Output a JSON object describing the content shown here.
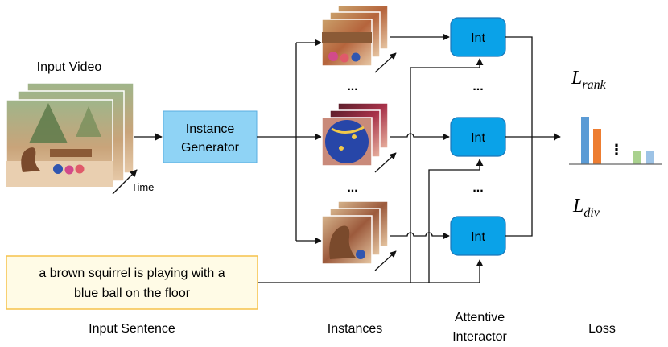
{
  "input_video": {
    "label": "Input Video",
    "time_label": "Time"
  },
  "instance_generator": {
    "line1": "Instance",
    "line2": "Generator"
  },
  "input_sentence": {
    "line1": "a brown squirrel is playing with a",
    "line2": "blue ball on the floor",
    "caption": "Input Sentence"
  },
  "instances": {
    "caption": "Instances",
    "ellipsis": "..."
  },
  "attentive_interactor": {
    "block_label": "Int",
    "caption_line1": "Attentive",
    "caption_line2": "Interactor",
    "ellipsis": "..."
  },
  "loss": {
    "caption": "Loss",
    "rank_main": "L",
    "rank_sub": "rank",
    "div_main": "L",
    "div_sub": "div",
    "bar_ellipsis": "⋮"
  },
  "colors": {
    "generator_fill": "#8fd3f5",
    "int_fill": "#0aa2e8",
    "sentence_fill": "#fffbe6",
    "sentence_border": "#f5c24a",
    "bar_blue": "#5b9bd5",
    "bar_orange": "#ed7d31",
    "bar_green": "#a9d18e",
    "bar_lightblue": "#9dc3e6"
  }
}
